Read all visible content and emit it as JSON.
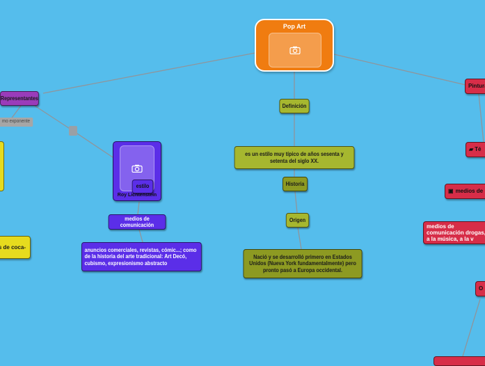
{
  "root": {
    "title": "Pop Art",
    "image_icon": "camera-icon"
  },
  "center": {
    "definicion": "Definición",
    "definicion_text": "es un estilo muy típico de años sesenta y setenta del siglo XX.",
    "historia": "Historia",
    "origen": "Origen",
    "origen_text": "Nació y se desarrolló primero en Estados Unidos (Nueva York fundamentalmente) pero pronto pasó a Europa occidental."
  },
  "left": {
    "representantes": "Representantes",
    "link_label": "mo exponente",
    "roy_name": "Roy Lichtenstein",
    "estilo": "estilo",
    "medios": "medios de comunicación",
    "medios_text": "anuncios comerciales, revistas, cómic...; como de la historia del arte tradicional: Art Decó, cubismo, expresionismo abstracto",
    "yellow_partial": "s de coca-"
  },
  "right": {
    "pintura": "Pintura",
    "t_node": "Té",
    "medios_partial": "medios de",
    "medios_text_partial": "medios de comunicación drogas, a la música, a la v",
    "o_node": "O"
  },
  "colors": {
    "background": "#55bdec",
    "root": "#f07c10",
    "olive": "#a6b72f",
    "purple": "#9a3cba",
    "blue": "#5b2ee8",
    "red": "#d72d48",
    "yellow": "#e6db1e"
  }
}
